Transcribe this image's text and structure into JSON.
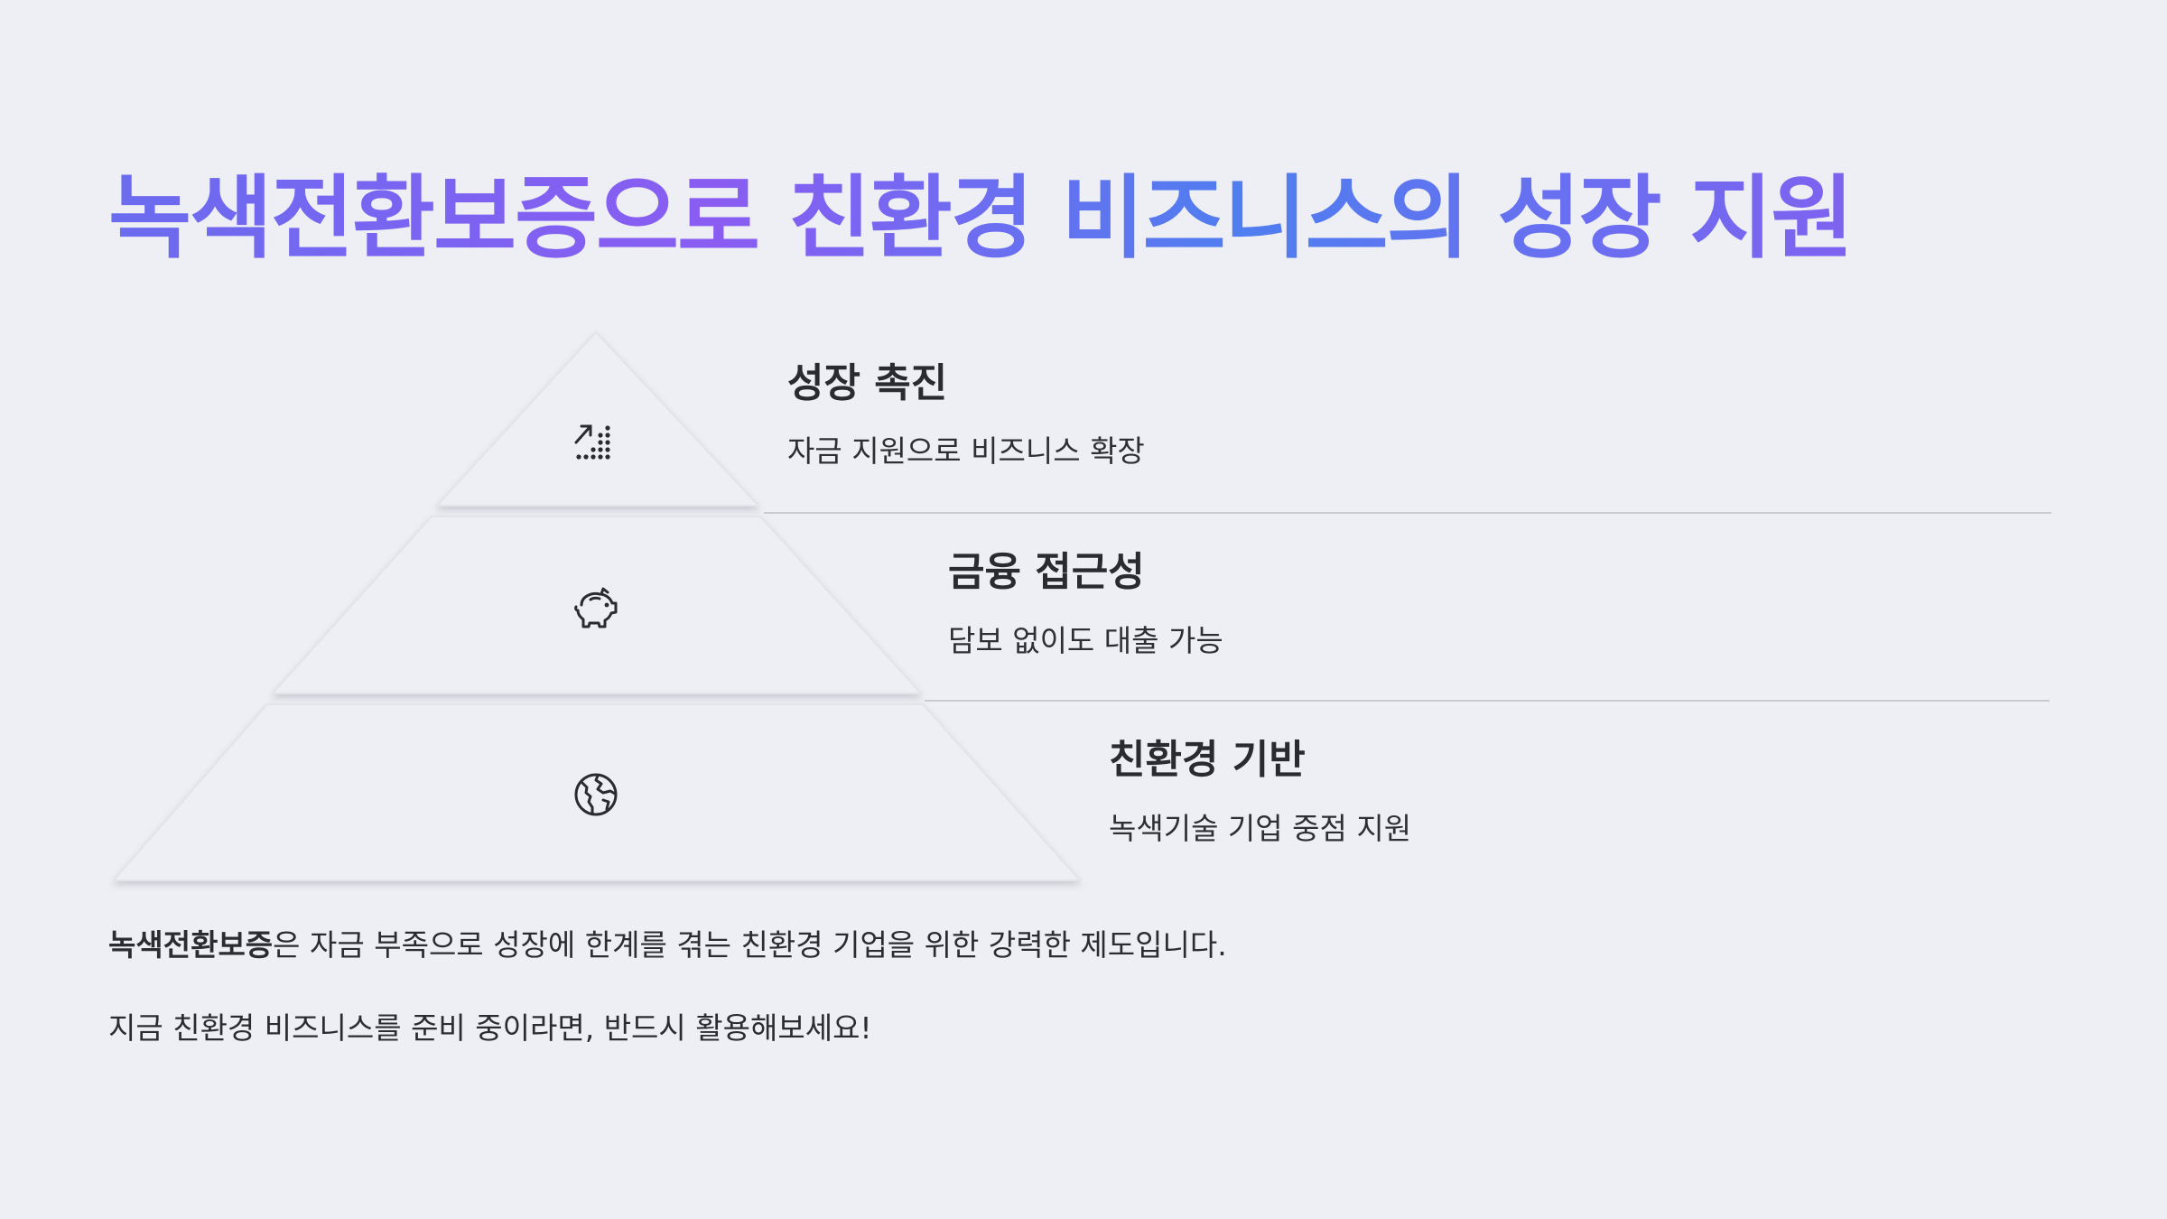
{
  "title": "녹색전환보증으로 친환경 비즈니스의 성장 지원",
  "tiers": [
    {
      "heading": "성장 촉진",
      "description": "자금 지원으로 비즈니스 확장",
      "icon": "growth-chart-icon"
    },
    {
      "heading": "금융 접근성",
      "description": "담보 없이도 대출 가능",
      "icon": "piggy-bank-icon"
    },
    {
      "heading": "친환경 기반",
      "description": "녹색기술 기업 중점 지원",
      "icon": "globe-icon"
    }
  ],
  "paragraph1": {
    "bold": "녹색전환보증",
    "rest": "은 자금 부족으로 성장에 한계를 겪는 친환경 기업을 위한 강력한 제도입니다."
  },
  "paragraph2": "지금 친환경 비즈니스를 준비 중이라면, 반드시 활용해보세요!",
  "colors": {
    "background": "#eeeff4",
    "title_gradient": [
      "#6a6cf0",
      "#8a5cf2",
      "#4f7ef0",
      "#7f62f0"
    ],
    "text": "#2a2b30",
    "divider": "#c9cbd3"
  }
}
